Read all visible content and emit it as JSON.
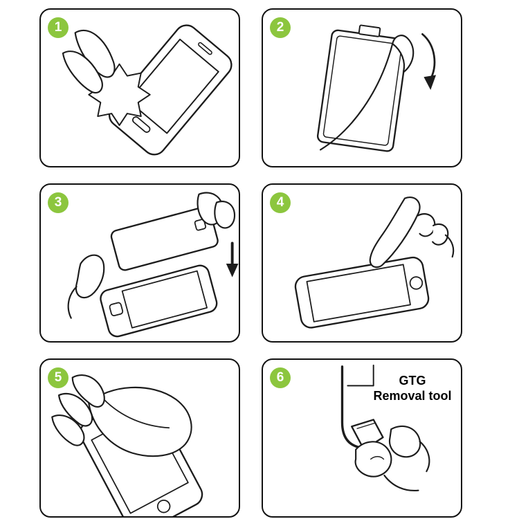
{
  "style": {
    "accent_green": "#8CC63E",
    "line_color": "#1c1c1c",
    "panel_border": "#111111",
    "background": "#ffffff"
  },
  "steps": [
    {
      "number": "1"
    },
    {
      "number": "2"
    },
    {
      "number": "3"
    },
    {
      "number": "4"
    },
    {
      "number": "5"
    },
    {
      "number": "6"
    }
  ],
  "panel6_label": {
    "line1": "GTG",
    "line2": "Removal tool"
  },
  "icons": {
    "panel1": "clean-screen-with-cloth-illustration",
    "panel2": "peel-protective-film-illustration",
    "panel3": "align-glass-over-phone-illustration",
    "panel4": "press-screen-with-finger-illustration",
    "panel5": "smooth-out-film-illustration",
    "panel6": "corner-removal-tool-illustration",
    "arrow_curved": "curved-arrow-icon",
    "arrow_down": "down-arrow-icon"
  }
}
